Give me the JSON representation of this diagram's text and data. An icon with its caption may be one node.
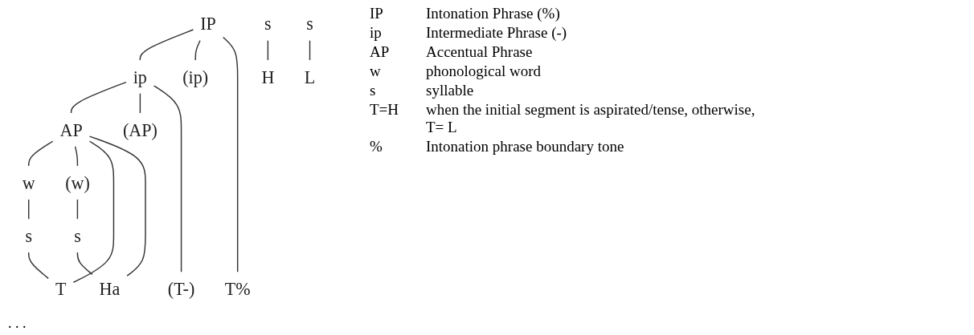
{
  "diagram": {
    "nodes": [
      {
        "text": [
          "IP"
        ]
      },
      {
        "text": [
          "ip"
        ]
      },
      {
        "text": [
          "(ip)"
        ]
      },
      {
        "text": [
          "AP"
        ]
      },
      {
        "text": [
          "(AP)"
        ]
      },
      {
        "text": [
          "w"
        ]
      },
      {
        "text": [
          "(w)"
        ]
      },
      {
        "text": [
          "s"
        ]
      },
      {
        "text": [
          "s"
        ]
      },
      {
        "text": [
          "s"
        ]
      },
      {
        "text": [
          "s"
        ]
      },
      {
        "text": [
          "T"
        ]
      },
      {
        "text": [
          "H"
        ]
      },
      {
        "text": [
          "L"
        ]
      },
      {
        "text": [
          "Ha"
        ]
      },
      {
        "text": [
          "(T-)"
        ]
      },
      {
        "text": [
          "T%"
        ]
      }
    ],
    "edges": [
      {
        "from": 0,
        "to": 1,
        "arrow": "none"
      },
      {
        "from": 0,
        "to": 2,
        "arrow": "none"
      },
      {
        "from": 0,
        "to": 16,
        "arrow": "none"
      },
      {
        "from": 1,
        "to": 3,
        "arrow": "none"
      },
      {
        "from": 1,
        "to": 4,
        "arrow": "none"
      },
      {
        "from": 1,
        "to": 15,
        "arrow": "none"
      },
      {
        "from": 3,
        "to": 5,
        "arrow": "none"
      },
      {
        "from": 3,
        "to": 6,
        "arrow": "none"
      },
      {
        "from": 3,
        "to": 11,
        "arrow": "none"
      },
      {
        "from": 3,
        "to": 14,
        "arrow": "none"
      },
      {
        "from": 5,
        "to": 7,
        "arrow": "none"
      },
      {
        "from": 6,
        "to": 10,
        "arrow": "none"
      },
      {
        "from": 7,
        "to": 11,
        "arrow": "none"
      },
      {
        "from": 8,
        "to": 12,
        "arrow": "none"
      },
      {
        "from": 9,
        "to": 13,
        "arrow": "none"
      },
      {
        "from": 10,
        "to": 14,
        "arrow": "none"
      }
    ],
    "labels": [
      ". . .",
      "IP",
      "Intonation Phrase (%)",
      "ip",
      "Intermediate Phrase (-)",
      "AP",
      "Accentual Phrase",
      "w",
      "phonological word",
      "s",
      "syllable",
      "T=H",
      "when the initial segment is aspirated/tense, otherwise, T= L",
      "%",
      "Intonation phrase boundary tone"
    ]
  }
}
